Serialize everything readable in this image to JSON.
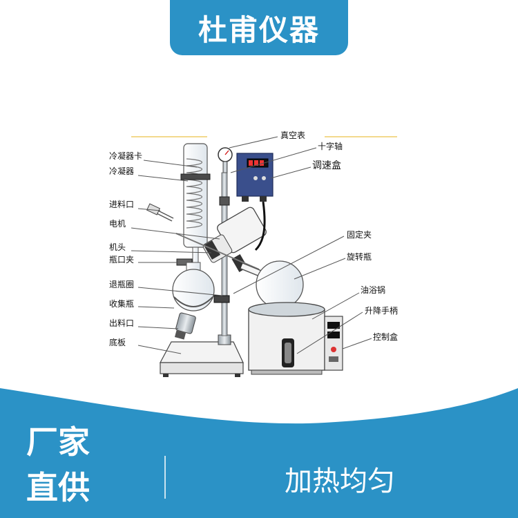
{
  "header": {
    "brand": "杜甫仪器"
  },
  "diagram": {
    "labels_left": [
      "冷凝器卡",
      "冷凝器",
      "进料口",
      "电机",
      "机头",
      "瓶口夹",
      "退瓶圈",
      "收集瓶",
      "出料口",
      "底板"
    ],
    "labels_right": [
      "真空表",
      "十字轴",
      "调速盒",
      "固定夹",
      "旋转瓶",
      "油浴锅",
      "升降手柄",
      "控制盒"
    ]
  },
  "footer": {
    "line1": "厂家",
    "line2": "直供",
    "slogan": "加热均匀"
  },
  "colors": {
    "brand_blue": "#2b92c6",
    "accent_yellow": "#f3d98c"
  }
}
